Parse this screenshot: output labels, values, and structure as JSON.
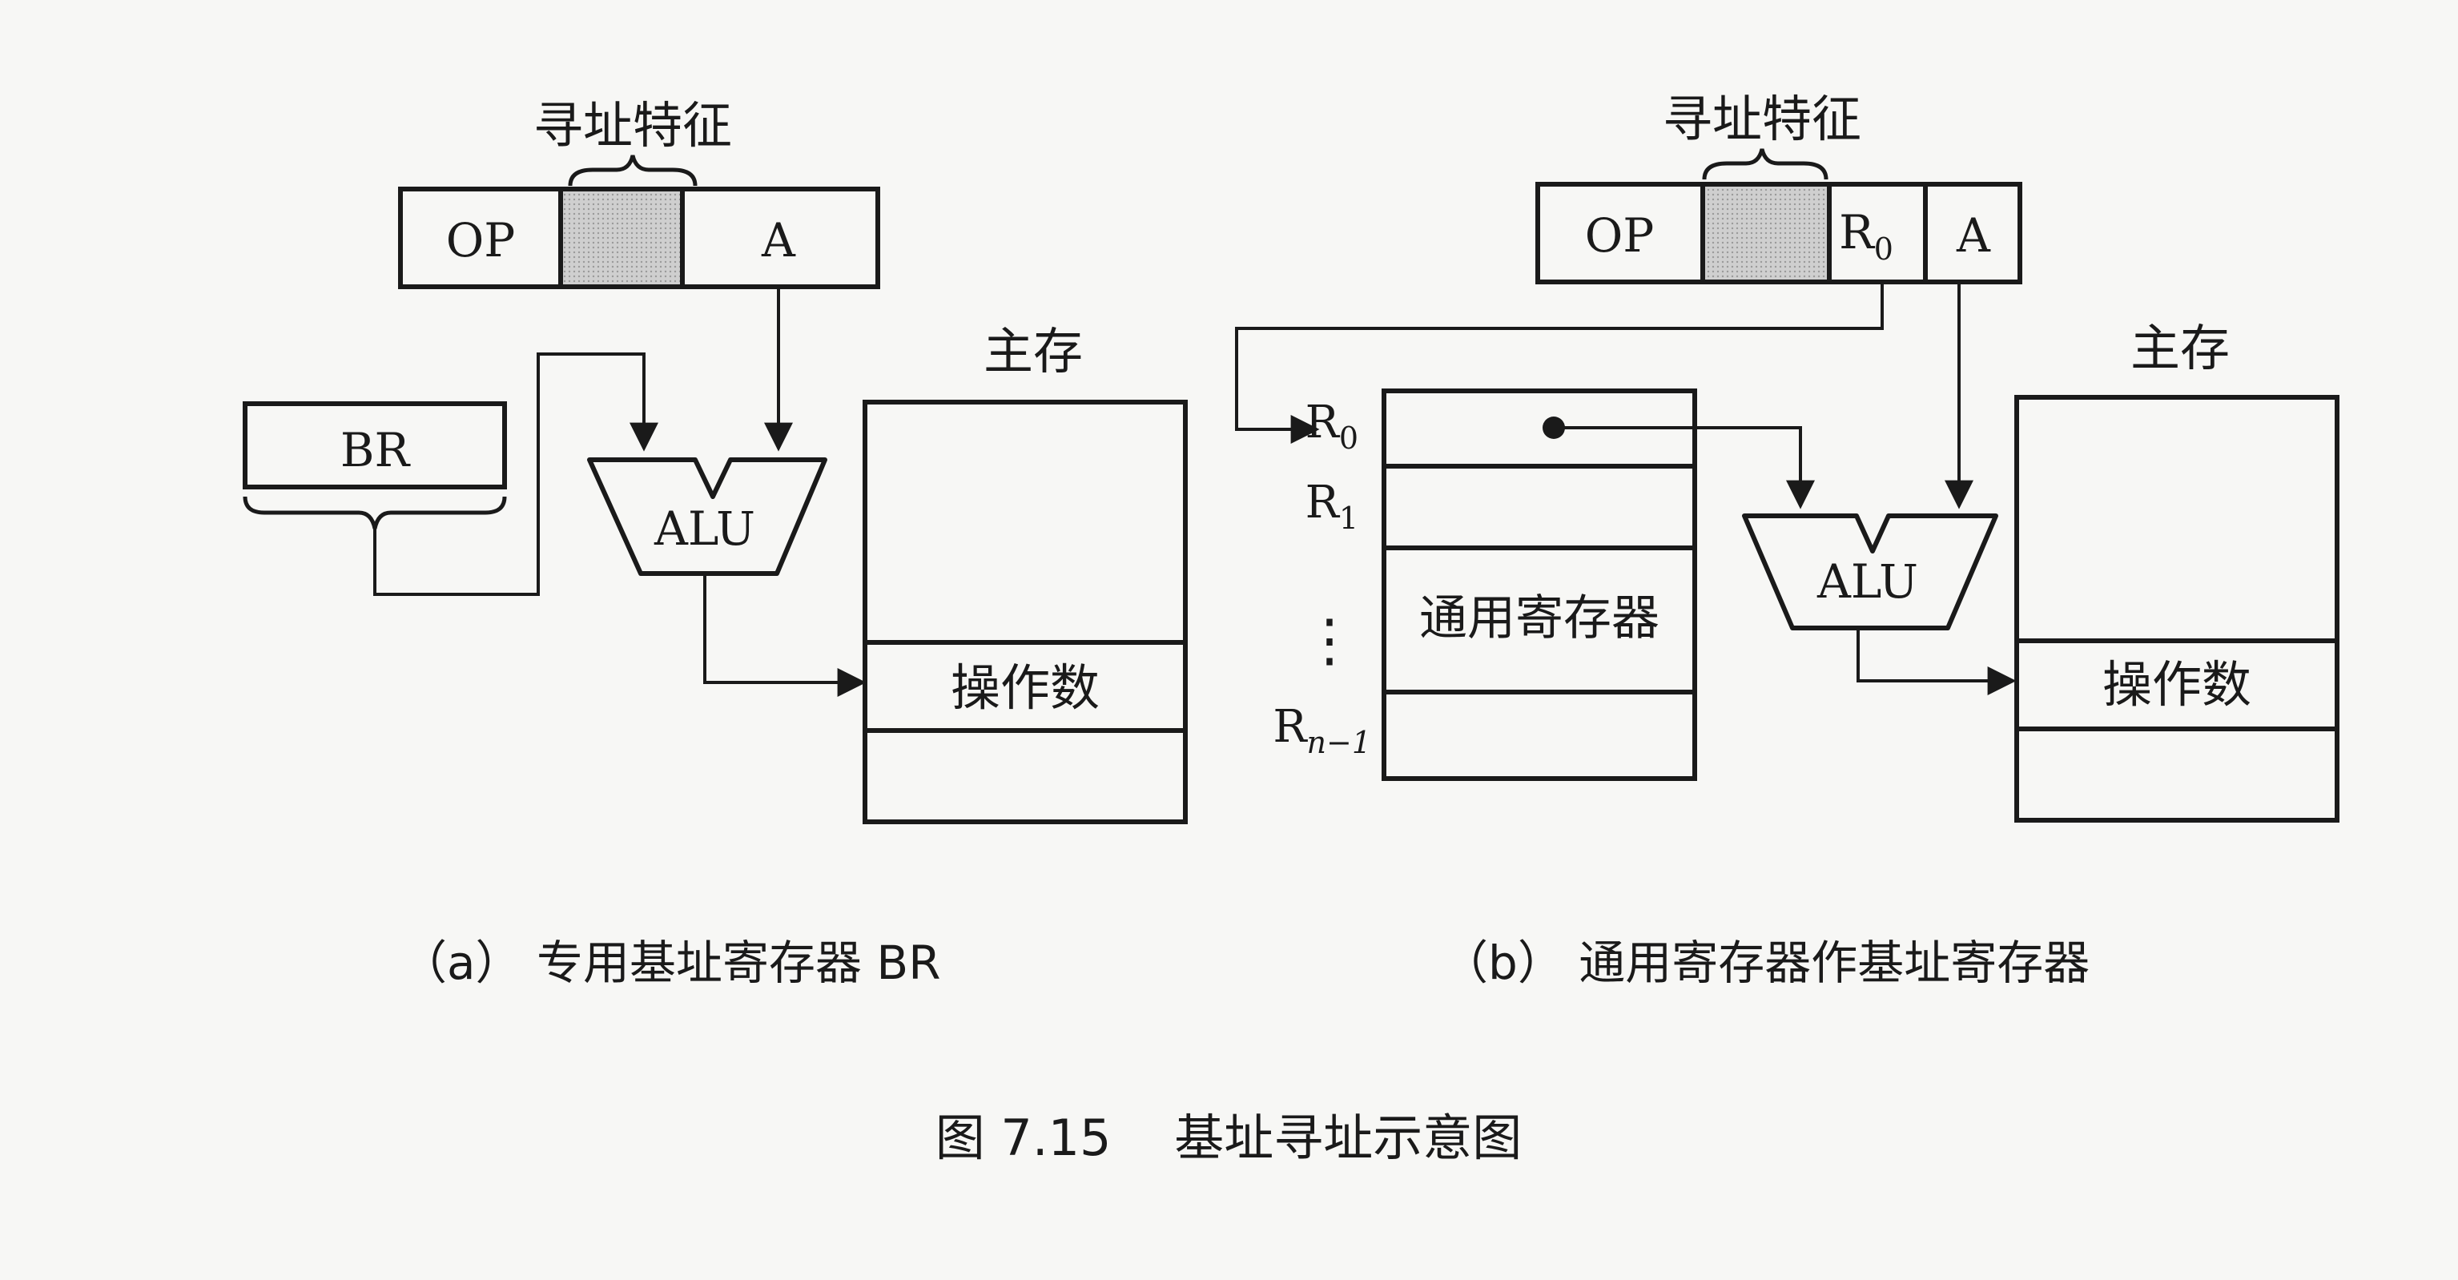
{
  "panel_a": {
    "addressing_feature_label": "寻址特征",
    "instruction_fields": {
      "op": "OP",
      "addr": "A"
    },
    "base_register": "BR",
    "alu": "ALU",
    "memory_title": "主存",
    "operand": "操作数",
    "caption": "（a） 专用基址寄存器 BR"
  },
  "panel_b": {
    "addressing_feature_label": "寻址特征",
    "instruction_fields": {
      "op": "OP",
      "reg": "R",
      "reg_sub": "0",
      "addr": "A"
    },
    "registers": [
      {
        "name": "R",
        "sub": "0"
      },
      {
        "name": "R",
        "sub": "1"
      },
      {
        "name": "R",
        "sub": "n−1"
      }
    ],
    "dots": "⋮",
    "register_file_label": "通用寄存器",
    "alu": "ALU",
    "memory_title": "主存",
    "operand": "操作数",
    "caption": "（b） 通用寄存器作基址寄存器"
  },
  "figure_caption": "图 7.15    基址寻址示意图",
  "colors": {
    "stroke": "#1a1a1a",
    "shade": "#c8c8c8",
    "background": "#f7f7f5"
  }
}
